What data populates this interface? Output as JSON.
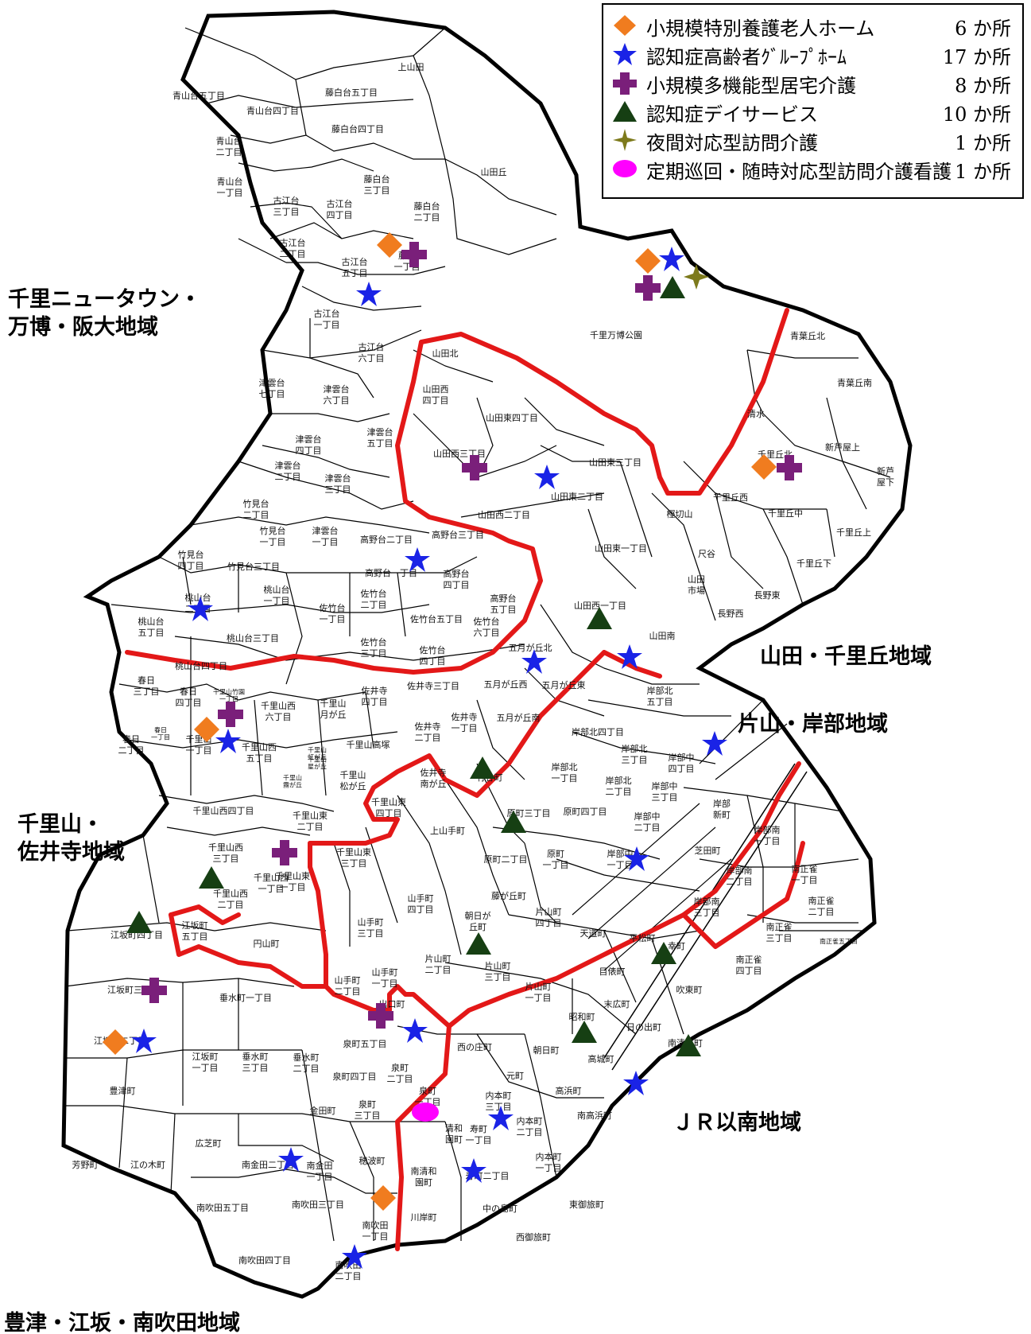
{
  "legend": {
    "items": [
      {
        "label": "小規模特別養護老人ホーム",
        "count": "6 か所",
        "icon": "orange-diamond-icon",
        "color": "#f07c1f"
      },
      {
        "label": "認知症高齢者ｸﾞﾙｰﾌﾟﾎｰﾑ",
        "count": "17 か所",
        "icon": "blue-star-icon",
        "color": "#1a23e6"
      },
      {
        "label": "小規模多機能型居宅介護",
        "count": "8 か所",
        "icon": "purple-cross-icon",
        "color": "#7a1f7a"
      },
      {
        "label": "認知症デイサービス",
        "count": "10 か所",
        "icon": "green-triangle-icon",
        "color": "#163f13"
      },
      {
        "label": "夜間対応型訪問介護",
        "count": "1 か所",
        "icon": "olive-sparkle-icon",
        "color": "#7d7a1c"
      },
      {
        "label": "定期巡回・随時対応型訪問介護看護",
        "count": "1 か所",
        "icon": "magenta-ellipse-icon",
        "color": "#ff00ff"
      }
    ]
  },
  "regions": {
    "senri_nt_1": "千里ニュータウン・",
    "senri_nt_2": "万博・阪大地域",
    "yamada": "山田・千里丘地域",
    "katayama": "片山・岸部地域",
    "senriyama_1": "千里山・",
    "senriyama_2": "佐井寺地域",
    "jr": "ＪＲ以南地域",
    "toyotsu": "豊津・江坂・南吹田地域"
  },
  "towns": {
    "t1": "上山田",
    "t2": "藤白台五丁目",
    "t3": "青山台五丁目",
    "t4": "青山台四丁目",
    "t5": "藤白台四丁目",
    "t6": "山田丘",
    "t7": "青山台|二丁目",
    "t8": "青山台|一丁目",
    "t9": "藤白台|三丁目",
    "t10": "古江台|三丁目",
    "t11": "古江台|四丁目",
    "t12": "藤白台|二丁目",
    "t13": "古江台|二丁目",
    "t14": "古江台|五丁目",
    "t15": "藤白|一丁目",
    "t16": "古江台|一丁目",
    "t17": "古江台|六丁目",
    "t18": "千里万博公園",
    "t19": "青葉丘北",
    "t20": "山田北",
    "t21": "津雲台|七丁目",
    "t22": "津雲台|六丁目",
    "t23": "山田西|四丁目",
    "t24": "山田東四丁目",
    "t25": "青葉丘南",
    "t26": "清水",
    "t27": "津雲台|四丁目",
    "t28": "津雲台|五丁目",
    "t29": "山田西三丁目",
    "t30": "山田東三丁目",
    "t31": "千里丘北",
    "t32": "新芦屋上",
    "t33": "津雲台|二丁目",
    "t34": "津雲台|三丁目",
    "t35": "山田東二丁目",
    "t36": "新芦|屋下",
    "t37": "竹見台|二丁目",
    "t38": "山田西二丁目",
    "t39": "千里丘西",
    "t40": "樫切山",
    "t41": "千里丘中",
    "t42": "竹見台|一丁目",
    "t43": "津雲台|一丁目",
    "t44": "高野台二丁目",
    "t45": "高野台三丁目",
    "t46": "千里丘上",
    "t47": "竹見台|四丁目",
    "t48": "竹見台三丁目",
    "t49": "山田東一丁目",
    "t50": "尺谷",
    "t51": "高野台一丁目",
    "t52": "高野台|四丁目",
    "t53": "千里丘下",
    "t54": "桃山台|一丁目",
    "t55": "佐竹台|二丁目",
    "t56": "高野台|五丁目",
    "t57": "山田|市場",
    "t58": "長野東",
    "t59": "桃山台|二丁目",
    "t60": "佐竹台|一丁目",
    "t61": "山田西一丁目",
    "t62": "長野西",
    "t63": "桃山台|五丁目",
    "t64": "佐竹台五丁目",
    "t65": "桃山台三丁目",
    "t66": "佐竹台|六丁目",
    "t67": "山田南",
    "t68": "佐竹台|三丁目",
    "t69": "佐竹台|四丁目",
    "t70": "五月が丘北",
    "t71": "桃山台四丁目",
    "t72": "佐井寺三丁目",
    "t73": "五月が丘西",
    "t74": "五月が丘東",
    "t75": "春日|三丁目",
    "t76": "春日|四丁目",
    "t77": "佐井寺|四丁目",
    "t78": "岸部北|五丁目",
    "t79": "千里山西|六丁目",
    "t80": "千里山|月が丘",
    "t81": "五月が丘南",
    "t82": "佐井寺|一丁目",
    "t83": "春日|二丁目",
    "t84": "千里山|一丁目",
    "t85": "千里山高塚",
    "t86": "佐井寺|二丁目",
    "t87": "岸部北四丁目",
    "t88": "岸部北|三丁目",
    "t89": "岸部中|四丁目",
    "t90": "千里山西|五丁目",
    "t91": "千里山|松が丘",
    "t92": "佐井寺|南が丘",
    "t93": "竹谷町",
    "t94": "岸部北|一丁目",
    "t95": "岸部北|二丁目",
    "t96": "岸部中|三丁目",
    "t97": "千里山東|四丁目",
    "t98": "原町三丁目",
    "t99": "原町四丁目",
    "t100": "岸部中|二丁目",
    "t101": "岸部|新町",
    "t102": "千里山西四丁目",
    "t103": "千里山東|二丁目",
    "t104": "上山手町",
    "t105": "岸部南|一丁目",
    "t106": "千里山西|三丁目",
    "t107": "千里山東|三丁目",
    "t108": "原町二丁目",
    "t109": "原町|一丁目",
    "t110": "岸部中|一丁目",
    "t111": "芝田町",
    "t112": "千里山西|二丁目",
    "t113": "千里山東|一丁目",
    "t114": "岸部南|二丁目",
    "t115": "南正雀|一丁目",
    "t116": "千里山西|一丁目",
    "t117": "藤が丘町",
    "t118": "山手町|四丁目",
    "t119": "南正雀|二丁目",
    "t120": "岸部南|三丁目",
    "t121": "朝日が|丘町",
    "t122": "片山町|四丁目",
    "t123": "江坂町四丁目",
    "t124": "江坂町|五丁目",
    "t125": "山手町|三丁目",
    "t126": "天道町",
    "t127": "南正雀|三丁目",
    "t128": "円山町",
    "t129": "平松町",
    "t130": "幸町",
    "t131": "南正雀五丁目",
    "t132": "片山町|二丁目",
    "t133": "片山町|三丁目",
    "t134": "南正雀|四丁目",
    "t135": "山手町|二丁目",
    "t136": "山手町|一丁目",
    "t137": "目俵町",
    "t138": "江坂町三丁目",
    "t139": "垂水町一丁目",
    "t140": "片山町|一丁目",
    "t141": "吹東町",
    "t142": "出口町",
    "t143": "末広町",
    "t144": "昭和町",
    "t145": "日の出町",
    "t146": "江坂町二丁目",
    "t147": "泉町五丁目",
    "t148": "西の庄町",
    "t149": "朝日町",
    "t150": "高城町",
    "t151": "南清水町",
    "t152": "江坂町|一丁目",
    "t153": "垂水町|三丁目",
    "t154": "垂水町|二丁目",
    "t155": "泉町四丁目",
    "t156": "泉町|二丁目",
    "t157": "元町",
    "t158": "豊津町",
    "t159": "泉町|一丁目",
    "t160": "高浜町",
    "t161": "内本町|三丁目",
    "t162": "金田町",
    "t163": "泉町|三丁目",
    "t164": "清和|園町",
    "t165": "寿町|一丁目",
    "t166": "内本町|二丁目",
    "t167": "南高浜町",
    "t168": "広芝町",
    "t169": "芳野町",
    "t170": "江の木町",
    "t171": "南金田二丁目",
    "t172": "南金田|一丁目",
    "t173": "穂波町",
    "t174": "南清和|園町",
    "t175": "寿町二丁目",
    "t176": "内本町|一丁目",
    "t177": "南吹田五丁目",
    "t178": "南吹田三丁目",
    "t179": "中の島町",
    "t180": "東御旅町",
    "t181": "川岸町",
    "t182": "南吹田|一丁目",
    "t183": "西御旅町",
    "t184": "南吹田四丁目",
    "t185": "南吹田|二丁目",
    "t186": "春日|一丁目",
    "t187": "千里山竹園|一丁目",
    "t188": "千里山|虹が丘",
    "t189": "千里山|星が丘",
    "t190": "千里山|霧が丘"
  }
}
